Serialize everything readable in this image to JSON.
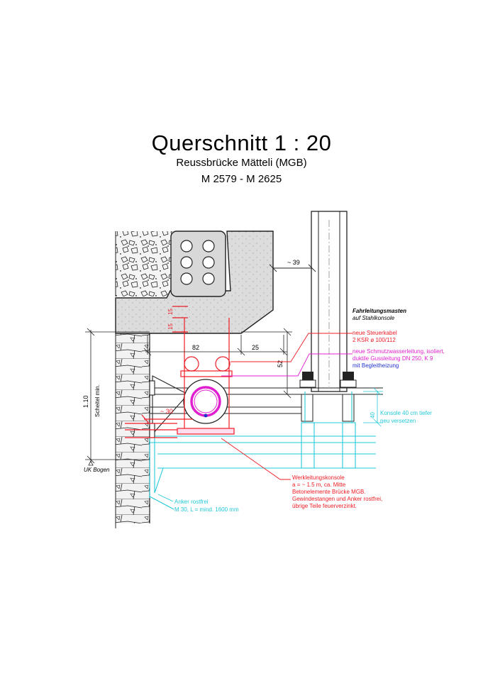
{
  "header": {
    "title": "Querschnitt  1 : 20",
    "subtitle": "Reussbrücke Mätteli (MGB)",
    "reference": "M 2579 - M 2625"
  },
  "dimensions": {
    "d39": "~ 39",
    "d15a": "15",
    "d15b": "15",
    "d82": "82",
    "d25": "25",
    "d52": "52",
    "d30": "~ 30",
    "d40": "40",
    "d110": "1.10",
    "scheitel": "Scheitel min."
  },
  "labels": {
    "fahrleitung": [
      "Fahrleitungsmasten",
      "auf Stahlkonsole"
    ],
    "steuerkabel": [
      "neue Steuerkabel",
      "2 KSR ø 100/112"
    ],
    "schmutzwasser": [
      "neue Schmutzwasserleitung, isoliert,",
      "duktile Gussleitung DN 250, K 9"
    ],
    "begleitheizung": "mit Begleitheizung",
    "konsole": [
      "Konsole 40 cm tiefer",
      "neu versetzen"
    ],
    "uk_bogen": "UK Bogen",
    "werkleitung": [
      "Werkleitungskonsole",
      "a = ~ 1.5 m, ca. Mitte",
      "Betonelemente Brücke MGB.",
      "Gewindestangen und Anker rostfrei,",
      "übrige Teile feuerverzinkt."
    ],
    "anker": [
      "Anker rostfrei",
      "M 30, L = mind. 1600 mm"
    ]
  },
  "colors": {
    "black": "#1a1a1a",
    "red": "#ee1c25",
    "cyan": "#22c8d8",
    "magenta": "#e020d0",
    "blue": "#2233cc"
  }
}
